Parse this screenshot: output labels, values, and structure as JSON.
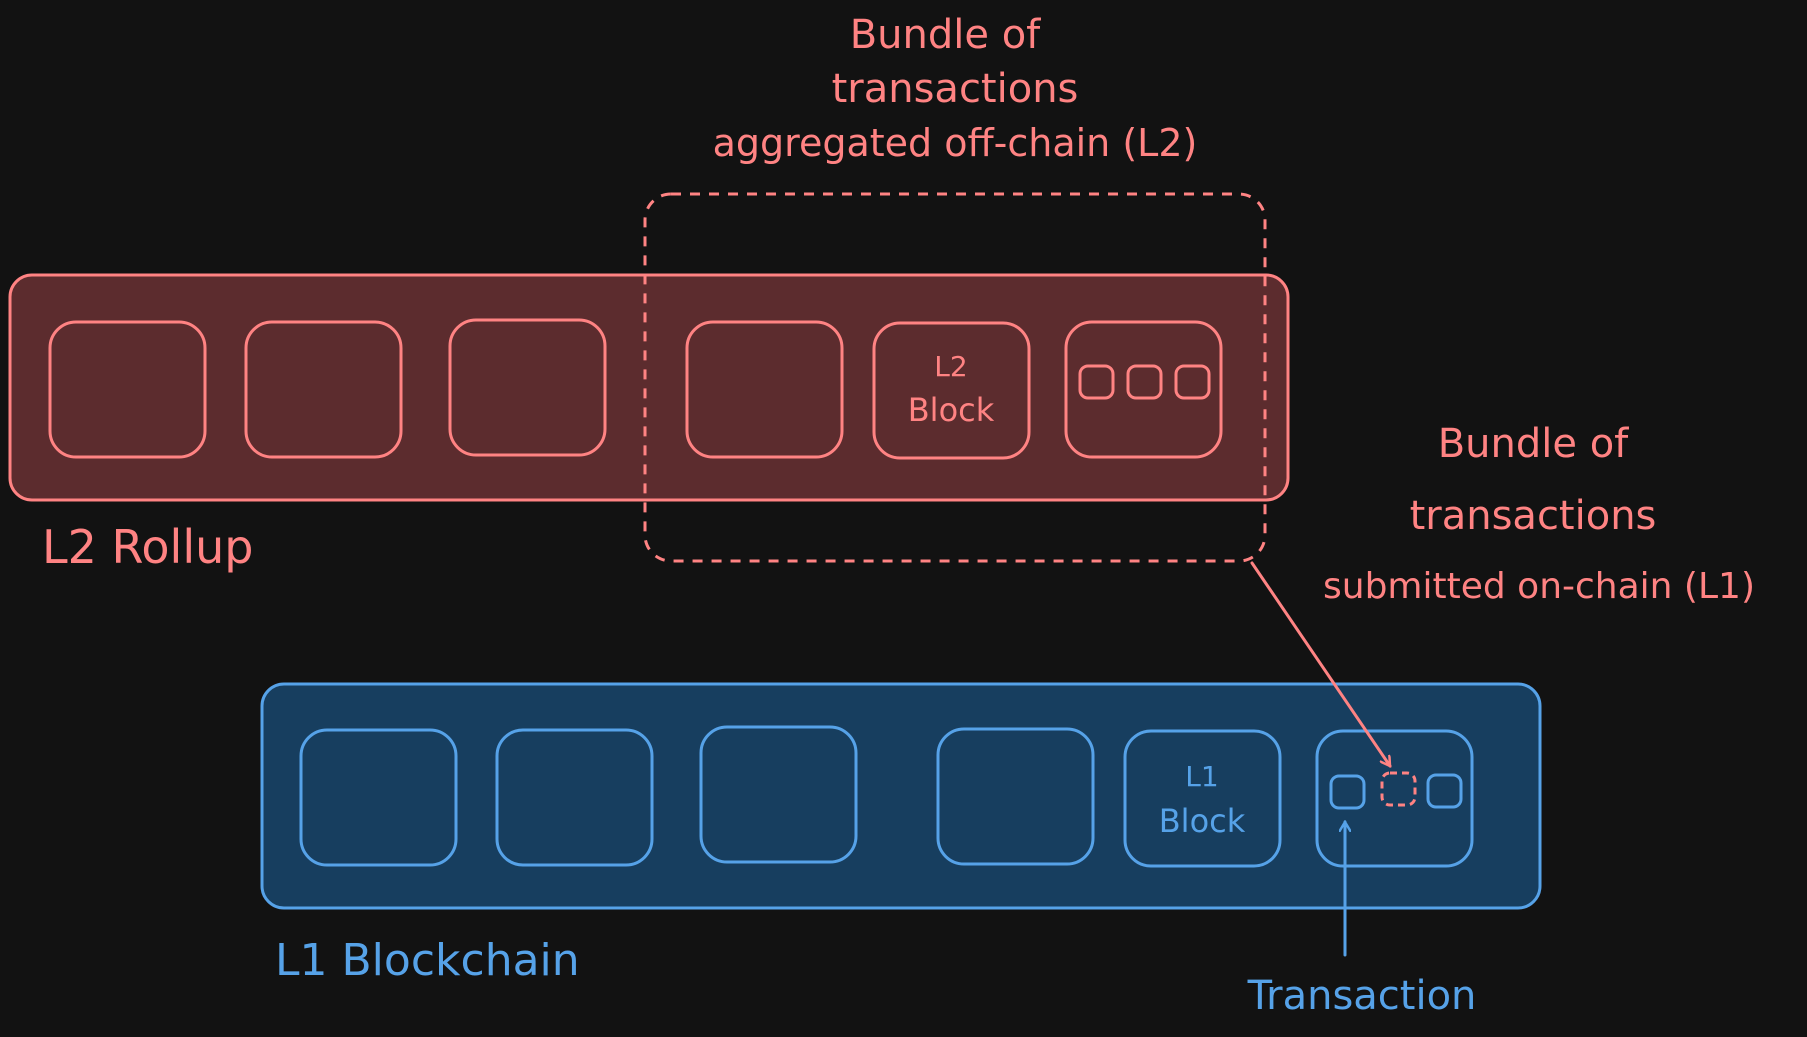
{
  "colors": {
    "background": "#121212",
    "l2_stroke": "#ff8383",
    "l2_fill": "#5c2c2e",
    "l1_stroke": "#56a2e8",
    "l1_fill": "#173e5f"
  },
  "l2": {
    "label": "L2 Rollup",
    "block_text_line1": "L2",
    "block_text_line2": "Block",
    "bundle_caption_line1": "Bundle of",
    "bundle_caption_line2": "transactions",
    "bundle_caption_line3": "aggregated off-chain (L2)"
  },
  "l1": {
    "label": "L1 Blockchain",
    "block_text_line1": "L1",
    "block_text_line2": "Block",
    "submitted_caption_line1": "Bundle of",
    "submitted_caption_line2": "transactions",
    "submitted_caption_line3": "submitted on-chain (L1)",
    "transaction_label": "Transaction"
  }
}
